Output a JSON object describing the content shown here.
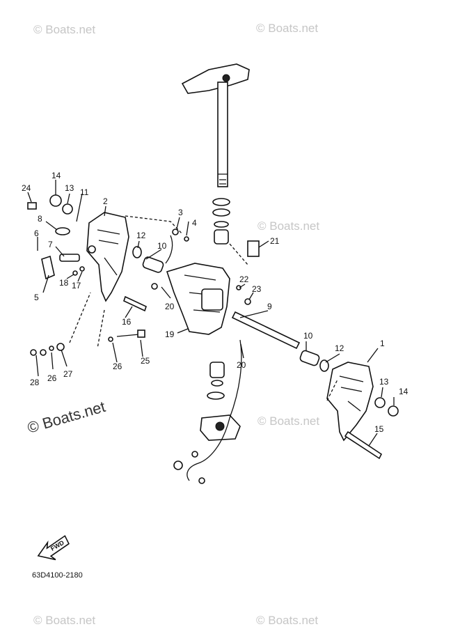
{
  "watermark": "© Boats.net",
  "diagram_code": "63D4100-2180",
  "fwd_label": "FWD",
  "part_numbers": {
    "p1": "1",
    "p2": "2",
    "p3": "3",
    "p4": "4",
    "p5": "5",
    "p6": "6",
    "p7": "7",
    "p8": "8",
    "p9": "9",
    "p10a": "10",
    "p10b": "10",
    "p11": "11",
    "p12a": "12",
    "p12b": "12",
    "p13a": "13",
    "p13b": "13",
    "p14a": "14",
    "p14b": "14",
    "p15": "15",
    "p16": "16",
    "p17": "17",
    "p18": "18",
    "p19": "19",
    "p20a": "20",
    "p20b": "20",
    "p21": "21",
    "p22": "22",
    "p23": "23",
    "p24": "24",
    "p25": "25",
    "p26a": "26",
    "p26b": "26",
    "p27": "27",
    "p28": "28"
  }
}
